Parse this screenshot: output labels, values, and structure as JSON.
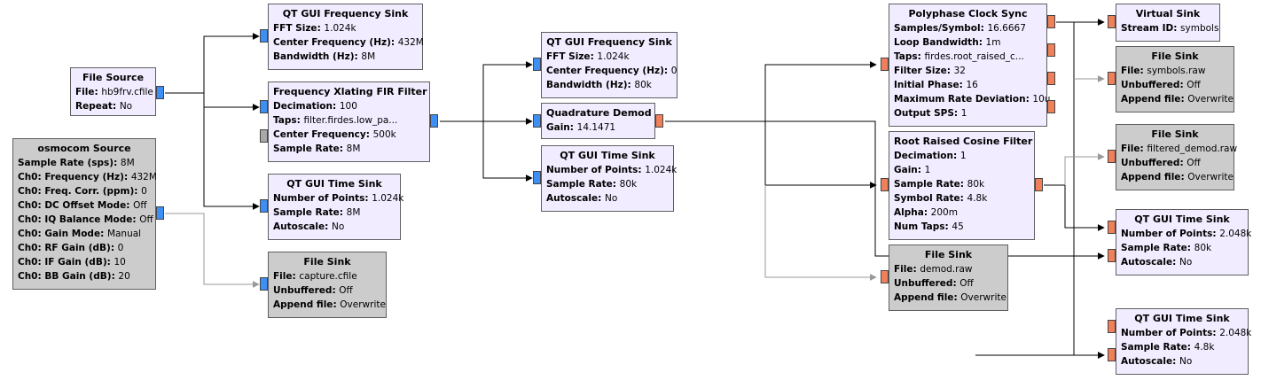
{
  "blocks": [
    {
      "id": "file-source",
      "title": "File Source",
      "disabled": false,
      "params": [
        {
          "name": "File",
          "value": "hb9frv.cfile"
        },
        {
          "name": "Repeat",
          "value": "No"
        }
      ]
    },
    {
      "id": "osmocom-source",
      "title": "osmocom Source",
      "disabled": true,
      "params": [
        {
          "name": "Sample Rate (sps)",
          "value": "8M"
        },
        {
          "name": "Ch0: Frequency (Hz)",
          "value": "432M"
        },
        {
          "name": "Ch0: Freq. Corr. (ppm)",
          "value": "0"
        },
        {
          "name": "Ch0: DC Offset Mode",
          "value": "Off"
        },
        {
          "name": "Ch0: IQ Balance Mode",
          "value": "Off"
        },
        {
          "name": "Ch0: Gain Mode",
          "value": "Manual"
        },
        {
          "name": "Ch0: RF Gain (dB)",
          "value": "0"
        },
        {
          "name": "Ch0: IF Gain (dB)",
          "value": "10"
        },
        {
          "name": "Ch0: BB Gain (dB)",
          "value": "20"
        }
      ]
    },
    {
      "id": "qt-freq-sink-1",
      "title": "QT GUI Frequency Sink",
      "disabled": false,
      "params": [
        {
          "name": "FFT Size",
          "value": "1.024k"
        },
        {
          "name": "Center Frequency (Hz)",
          "value": "432M"
        },
        {
          "name": "Bandwidth (Hz)",
          "value": "8M"
        }
      ]
    },
    {
      "id": "freq-xlating-filter",
      "title": "Frequency Xlating FIR Filter",
      "disabled": false,
      "params": [
        {
          "name": "Decimation",
          "value": "100"
        },
        {
          "name": "Taps",
          "value": "filter.firdes.low_pa..."
        },
        {
          "name": "Center Frequency",
          "value": "500k"
        },
        {
          "name": "Sample Rate",
          "value": "8M"
        }
      ]
    },
    {
      "id": "qt-time-sink-1",
      "title": "QT GUI Time Sink",
      "disabled": false,
      "params": [
        {
          "name": "Number of Points",
          "value": "1.024k"
        },
        {
          "name": "Sample Rate",
          "value": "8M"
        },
        {
          "name": "Autoscale",
          "value": "No"
        }
      ]
    },
    {
      "id": "file-sink-capture",
      "title": "File Sink",
      "disabled": true,
      "params": [
        {
          "name": "File",
          "value": "capture.cfile"
        },
        {
          "name": "Unbuffered",
          "value": "Off"
        },
        {
          "name": "Append file",
          "value": "Overwrite"
        }
      ]
    },
    {
      "id": "qt-freq-sink-2",
      "title": "QT GUI Frequency Sink",
      "disabled": false,
      "params": [
        {
          "name": "FFT Size",
          "value": "1.024k"
        },
        {
          "name": "Center Frequency (Hz)",
          "value": "0"
        },
        {
          "name": "Bandwidth (Hz)",
          "value": "80k"
        }
      ]
    },
    {
      "id": "quadrature-demod",
      "title": "Quadrature Demod",
      "disabled": false,
      "params": [
        {
          "name": "Gain",
          "value": "14.1471"
        }
      ]
    },
    {
      "id": "qt-time-sink-2",
      "title": "QT GUI Time Sink",
      "disabled": false,
      "params": [
        {
          "name": "Number of Points",
          "value": "1.024k"
        },
        {
          "name": "Sample Rate",
          "value": "80k"
        },
        {
          "name": "Autoscale",
          "value": "No"
        }
      ]
    },
    {
      "id": "polyphase-clock-sync",
      "title": "Polyphase Clock Sync",
      "disabled": false,
      "params": [
        {
          "name": "Samples/Symbol",
          "value": "16.6667"
        },
        {
          "name": "Loop Bandwidth",
          "value": "1m"
        },
        {
          "name": "Taps",
          "value": "firdes.root_raised_c..."
        },
        {
          "name": "Filter Size",
          "value": "32"
        },
        {
          "name": "Initial Phase",
          "value": "16"
        },
        {
          "name": "Maximum Rate Deviation",
          "value": "10u"
        },
        {
          "name": "Output SPS",
          "value": "1"
        }
      ]
    },
    {
      "id": "rrc-filter",
      "title": "Root Raised Cosine Filter",
      "disabled": false,
      "params": [
        {
          "name": "Decimation",
          "value": "1"
        },
        {
          "name": "Gain",
          "value": "1"
        },
        {
          "name": "Sample Rate",
          "value": "80k"
        },
        {
          "name": "Symbol Rate",
          "value": "4.8k"
        },
        {
          "name": "Alpha",
          "value": "200m"
        },
        {
          "name": "Num Taps",
          "value": "45"
        }
      ]
    },
    {
      "id": "file-sink-demod",
      "title": "File Sink",
      "disabled": true,
      "params": [
        {
          "name": "File",
          "value": "demod.raw"
        },
        {
          "name": "Unbuffered",
          "value": "Off"
        },
        {
          "name": "Append file",
          "value": "Overwrite"
        }
      ]
    },
    {
      "id": "virtual-sink",
      "title": "Virtual Sink",
      "disabled": false,
      "params": [
        {
          "name": "Stream ID",
          "value": "symbols"
        }
      ]
    },
    {
      "id": "file-sink-symbols",
      "title": "File Sink",
      "disabled": true,
      "params": [
        {
          "name": "File",
          "value": "symbols.raw"
        },
        {
          "name": "Unbuffered",
          "value": "Off"
        },
        {
          "name": "Append file",
          "value": "Overwrite"
        }
      ]
    },
    {
      "id": "file-sink-filtered",
      "title": "File Sink",
      "disabled": true,
      "params": [
        {
          "name": "File",
          "value": "filtered_demod.raw"
        },
        {
          "name": "Unbuffered",
          "value": "Off"
        },
        {
          "name": "Append file",
          "value": "Overwrite"
        }
      ]
    },
    {
      "id": "qt-time-sink-3",
      "title": "QT GUI Time Sink",
      "disabled": false,
      "params": [
        {
          "name": "Number of Points",
          "value": "2.048k"
        },
        {
          "name": "Sample Rate",
          "value": "80k"
        },
        {
          "name": "Autoscale",
          "value": "No"
        }
      ]
    },
    {
      "id": "qt-time-sink-4",
      "title": "QT GUI Time Sink",
      "disabled": false,
      "params": [
        {
          "name": "Number of Points",
          "value": "2.048k"
        },
        {
          "name": "Sample Rate",
          "value": "4.8k"
        },
        {
          "name": "Autoscale",
          "value": "No"
        }
      ]
    }
  ],
  "colors": {
    "block": "#f1ecff",
    "disabled_block": "#cccccc",
    "complex_port": "#3d8ff5",
    "float_port": "#f0805a",
    "disabled_port": "#a8a8a8",
    "connection": "#000000",
    "disabled_connection": "#999999"
  }
}
